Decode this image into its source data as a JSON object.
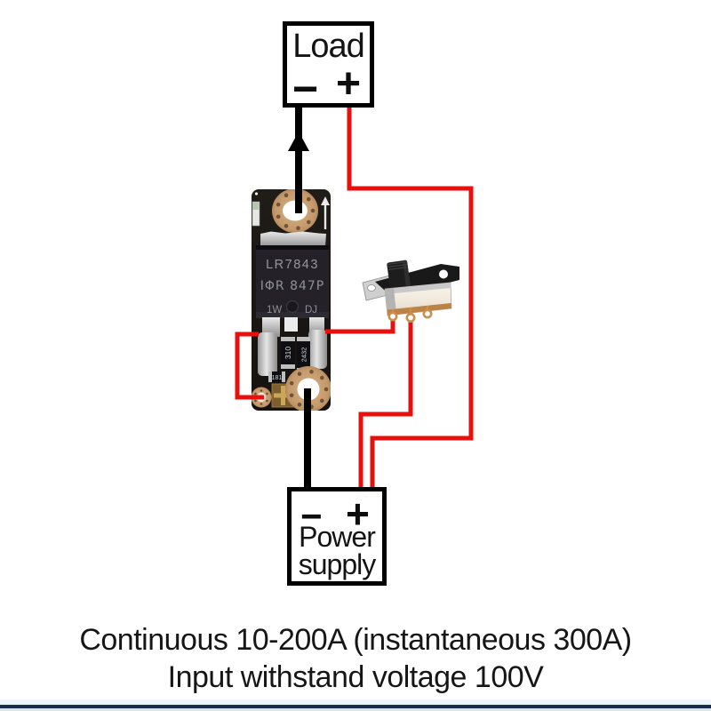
{
  "load_box": {
    "title": "Load",
    "minus_label": "−",
    "plus_label": "+"
  },
  "power_box": {
    "minus_label": "−",
    "plus_label": "+",
    "title_line1": "Power",
    "title_line2": "supply"
  },
  "module": {
    "chip_model": "LR7843",
    "chip_brand_line": "IΦR 847P",
    "chip_mark_left": "1W",
    "chip_mark_right": "DJ",
    "smd_label_1": "310",
    "smd_label_2": "2432",
    "smd_label_3": "181"
  },
  "caption": {
    "line1": "Continuous 10-200A (instantaneous 300A)",
    "line2": "Input withstand voltage 100V"
  },
  "colors": {
    "wire_positive": "#e8100e",
    "wire_negative": "#000000",
    "pcb_black": "#1b1713",
    "copper_pad": "#c49a6c"
  }
}
